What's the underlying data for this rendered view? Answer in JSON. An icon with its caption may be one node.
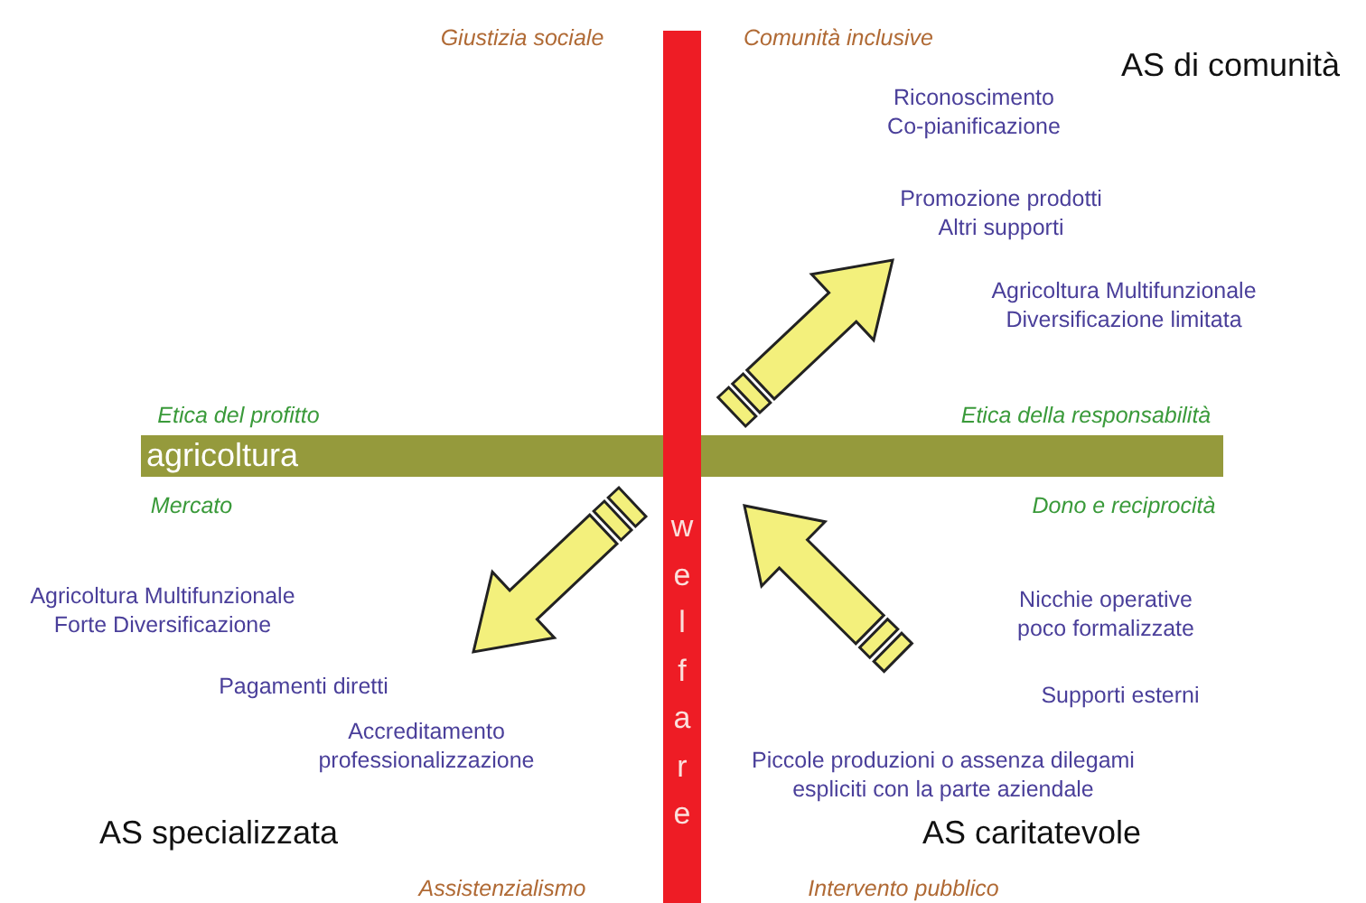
{
  "diagram": {
    "nodes": [
      {
        "text": [
          "welfare"
        ]
      },
      {
        "text": [
          "agricoltura"
        ]
      }
    ],
    "edges": [],
    "labels": [
      "Giustizia sociale",
      "Comunità inclusive",
      "AS di comunità",
      "Riconoscimento Co-pianificazione",
      "Promozione prodotti Altri supporti",
      "Agricoltura Multifunzionale Diversificazione limitata",
      "Etica del profitto",
      "Etica della responsabilità",
      "Mercato",
      "Dono e reciprocità",
      "Agricoltura Multifunzionale Forte Diversificazione",
      "Nicchie operative poco formalizzate",
      "Pagamenti diretti",
      "Supporti esterni",
      "Accreditamento professionalizzazione",
      "Piccole produzioni o assenza dilegami espliciti con la parte aziendale",
      "AS specializzata",
      "AS caritatevole",
      "Assistenzialismo",
      "Intervento pubblico"
    ]
  }
}
